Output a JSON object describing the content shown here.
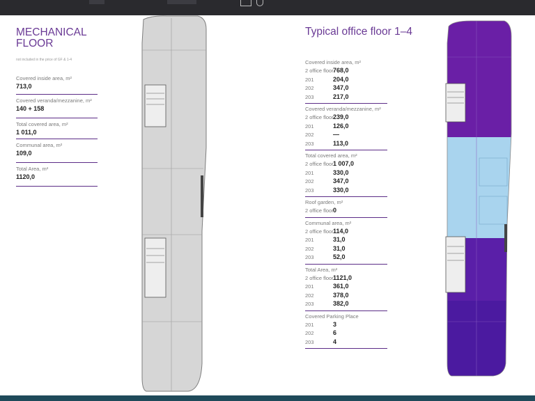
{
  "mechanical": {
    "title_line1": "MECHANICAL",
    "title_line2": "FLOOR",
    "note": "not included in the price of GF & 1-4",
    "items": [
      {
        "label": "Covered inside area, m²",
        "value": "713,0"
      },
      {
        "label": "Covered veranda/mezzanine, m²",
        "value": "140 + 158"
      },
      {
        "label": "Total covered area, m²",
        "value": "1 011,0"
      },
      {
        "label": "Communal area, m²",
        "value": "109,0"
      },
      {
        "label": "Total Area, m²",
        "value": "1120,0"
      }
    ]
  },
  "typical": {
    "title": "Typical office floor 1–4",
    "sections": [
      {
        "heading": "Covered inside area, m²",
        "rows": [
          {
            "label": "2 office floor",
            "value": "768,0"
          },
          {
            "label": "201",
            "value": "204,0"
          },
          {
            "label": "202",
            "value": "347,0"
          },
          {
            "label": "203",
            "value": "217,0"
          }
        ]
      },
      {
        "heading": "Covered veranda/mezzanine, m²",
        "rows": [
          {
            "label": "2 office floor",
            "value": "239,0"
          },
          {
            "label": "201",
            "value": "126,0"
          },
          {
            "label": "202",
            "value": "—"
          },
          {
            "label": "203",
            "value": "113,0"
          }
        ]
      },
      {
        "heading": "Total covered area, m²",
        "rows": [
          {
            "label": "2 office floor",
            "value": "1 007,0"
          },
          {
            "label": "201",
            "value": "330,0"
          },
          {
            "label": "202",
            "value": "347,0"
          },
          {
            "label": "203",
            "value": "330,0"
          }
        ]
      },
      {
        "heading": "Roof garden, m²",
        "rows": [
          {
            "label": "2 office floor",
            "value": "0"
          }
        ]
      },
      {
        "heading": "Communal area, m²",
        "rows": [
          {
            "label": "2 office floor",
            "value": "114,0"
          },
          {
            "label": "201",
            "value": "31,0"
          },
          {
            "label": "202",
            "value": "31,0"
          },
          {
            "label": "203",
            "value": "52,0"
          }
        ]
      },
      {
        "heading": "Total Area, m²",
        "rows": [
          {
            "label": "2 office floor",
            "value": "1121,0"
          },
          {
            "label": "201",
            "value": "361,0"
          },
          {
            "label": "202",
            "value": "378,0"
          },
          {
            "label": "203",
            "value": "382,0"
          }
        ]
      },
      {
        "heading": "Covered Parking Place",
        "rows": [
          {
            "label": "201",
            "value": "3"
          },
          {
            "label": "202",
            "value": "6"
          },
          {
            "label": "203",
            "value": "4"
          }
        ]
      }
    ]
  },
  "colors": {
    "accent": "#5b2b86",
    "title": "#6a3a95",
    "purple_zone": "#6a1fa6",
    "dark_purple_zone": "#4b1aa0",
    "blue_zone": "#a9d4ee",
    "plan_grey": "#d6d6d6"
  }
}
